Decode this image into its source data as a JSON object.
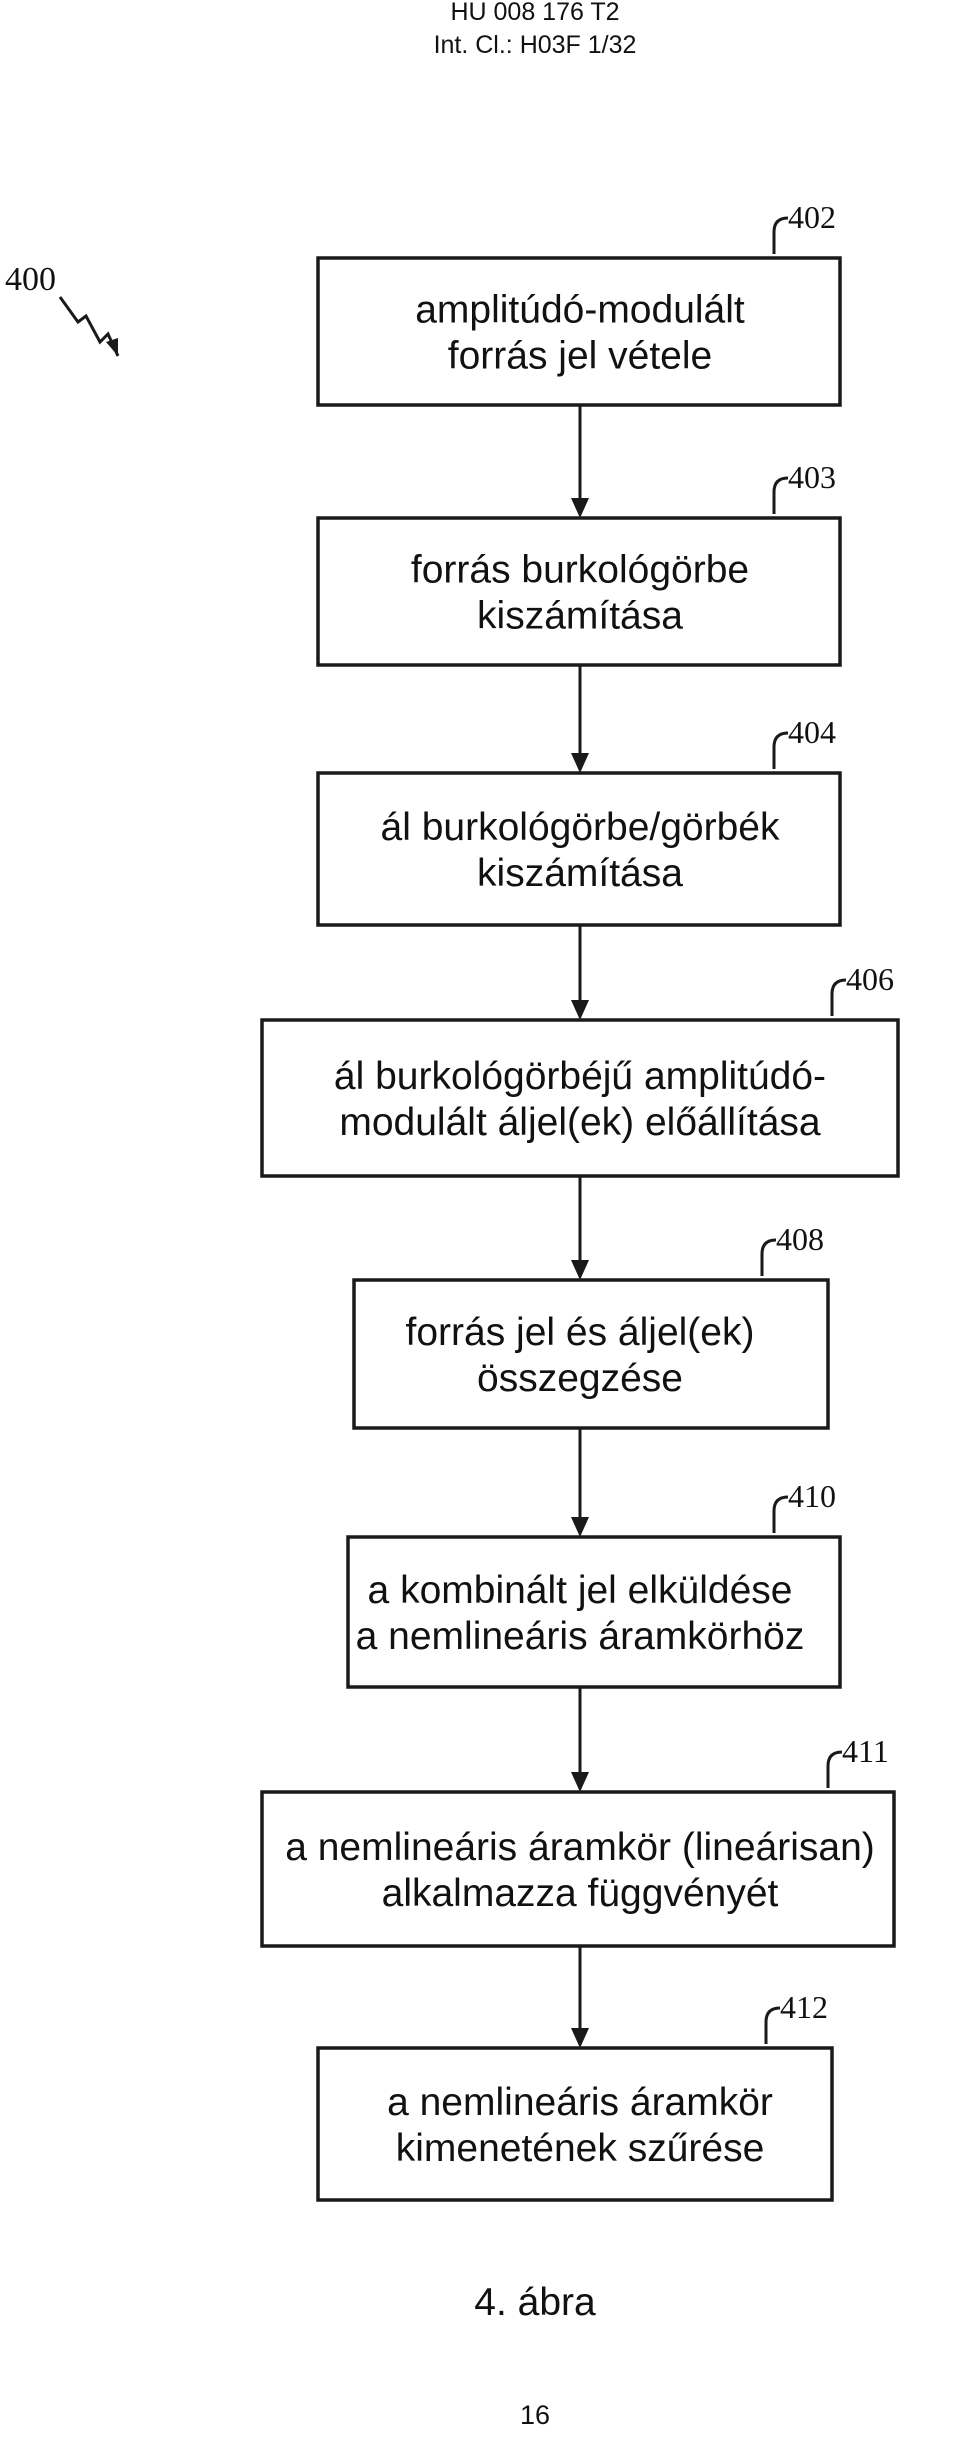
{
  "header": {
    "line1": "HU 008 176 T2",
    "line2": "Int. Cl.: H03F 1/32"
  },
  "diagram": {
    "ref": "400",
    "steps": [
      {
        "id": "402",
        "lines": [
          "amplitúdó-modulált",
          "forrás jel vétele"
        ]
      },
      {
        "id": "403",
        "lines": [
          "forrás burkológörbe",
          "kiszámítása"
        ]
      },
      {
        "id": "404",
        "lines": [
          "ál burkológörbe/görbék",
          "kiszámítása"
        ]
      },
      {
        "id": "406",
        "lines": [
          "ál burkológörbéjű amplitúdó-",
          "modulált áljel(ek) előállítása"
        ]
      },
      {
        "id": "408",
        "lines": [
          "forrás jel és áljel(ek)",
          "összegzése"
        ]
      },
      {
        "id": "410",
        "lines": [
          "a kombinált jel elküldése",
          "a nemlineáris áramkörhöz"
        ]
      },
      {
        "id": "411",
        "lines": [
          "a nemlineáris áramkör (lineárisan)",
          "alkalmazza függvényét"
        ]
      },
      {
        "id": "412",
        "lines": [
          "a nemlineáris áramkör",
          "kimenetének szűrése"
        ]
      }
    ]
  },
  "figure_label": "4. ábra",
  "page_number": "16"
}
